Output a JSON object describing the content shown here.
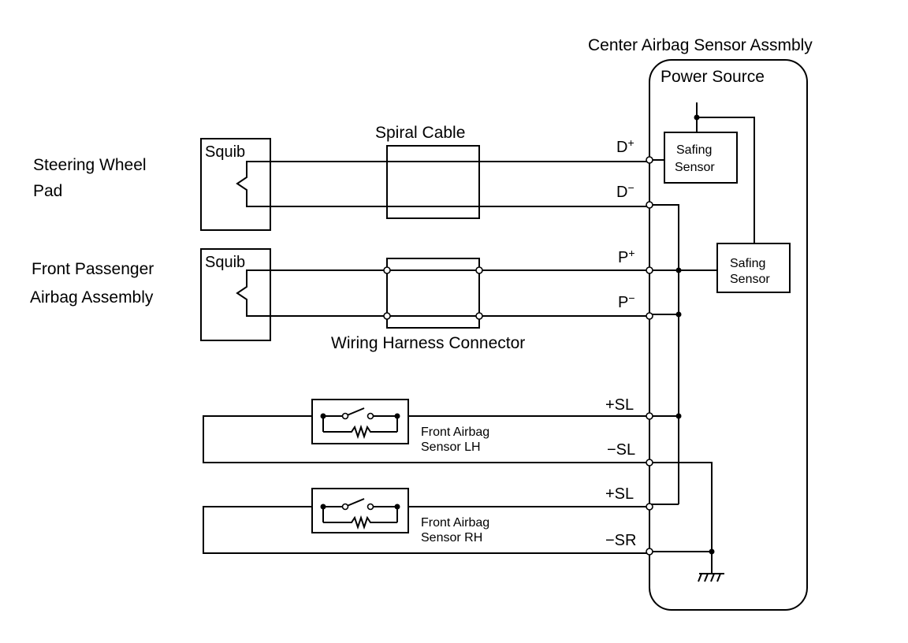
{
  "assembly": {
    "title": "Center Airbag Sensor Assmbly",
    "power_source": "Power Source",
    "safing_sensor_top": [
      "Safing",
      "Sensor"
    ],
    "safing_sensor_right": [
      "Safing",
      "Sensor"
    ]
  },
  "components": {
    "squib_label": "Squib",
    "steering_wheel_pad": [
      "Steering Wheel",
      "Pad"
    ],
    "front_passenger": [
      "Front Passenger",
      "Airbag Assembly"
    ],
    "spiral_cable": "Spiral Cable",
    "wiring_harness_connector": "Wiring Harness Connector",
    "front_sensor_lh": [
      "Front Airbag",
      "Sensor LH"
    ],
    "front_sensor_rh": [
      "Front Airbag",
      "Sensor RH"
    ]
  },
  "terminals": {
    "d_plus": "D",
    "d_minus": "D",
    "p_plus": "P",
    "p_minus": "P",
    "plus_superscript": "+",
    "minus_superscript": "−",
    "plus_sl_1": "+SL",
    "minus_sl": "−SL",
    "plus_sl_2": "+SL",
    "minus_sr": "−SR"
  }
}
